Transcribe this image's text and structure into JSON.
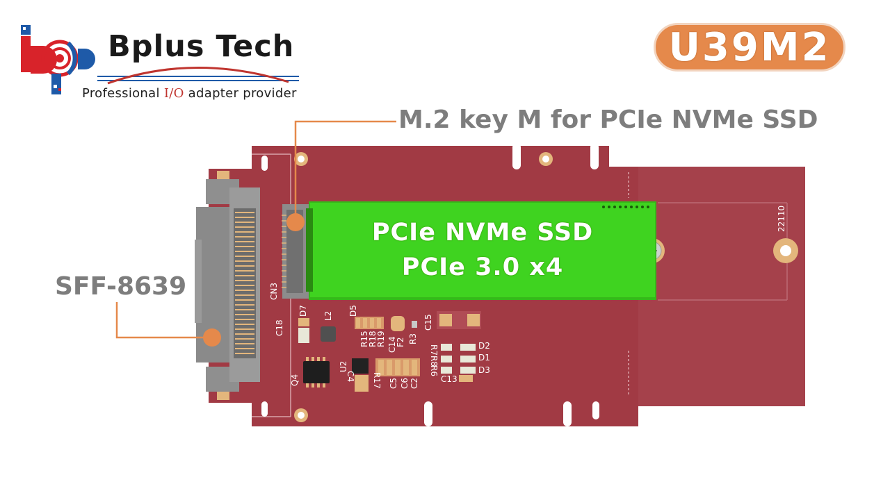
{
  "brand": {
    "name": "Bplus Tech",
    "tagline_pre": "Professional ",
    "tagline_io": "I/O",
    "tagline_post": " adapter provider"
  },
  "model": "U39M2",
  "callouts": {
    "m2": "M.2 key M for PCIe NVMe SSD",
    "sff": "SFF-8639"
  },
  "ssd": {
    "line1": "PCIe NVMe SSD",
    "line2": "PCIe 3.0 x4"
  },
  "silkscreen": {
    "cn3": "CN3",
    "d7": "D7",
    "l2": "L2",
    "d5": "D5",
    "c18": "C18",
    "r15": "R15",
    "r18": "R18",
    "r19": "R19",
    "c14": "C14",
    "f2": "F2",
    "r3": "R3",
    "c15": "C15",
    "d2": "D2",
    "d1": "D1",
    "d3": "D3",
    "r7": "R7",
    "r8": "R8",
    "r6": "R6",
    "c13": "C13",
    "q4": "Q4",
    "u2": "U2",
    "c4": "C4",
    "r17": "R17",
    "c5": "C5",
    "c6": "C6",
    "c2": "C2",
    "size": "22110"
  },
  "colors": {
    "pcb": "#a13a44",
    "ssd": "#3fd320",
    "accent": "#e5894b",
    "connector": "#8e8e8e"
  }
}
